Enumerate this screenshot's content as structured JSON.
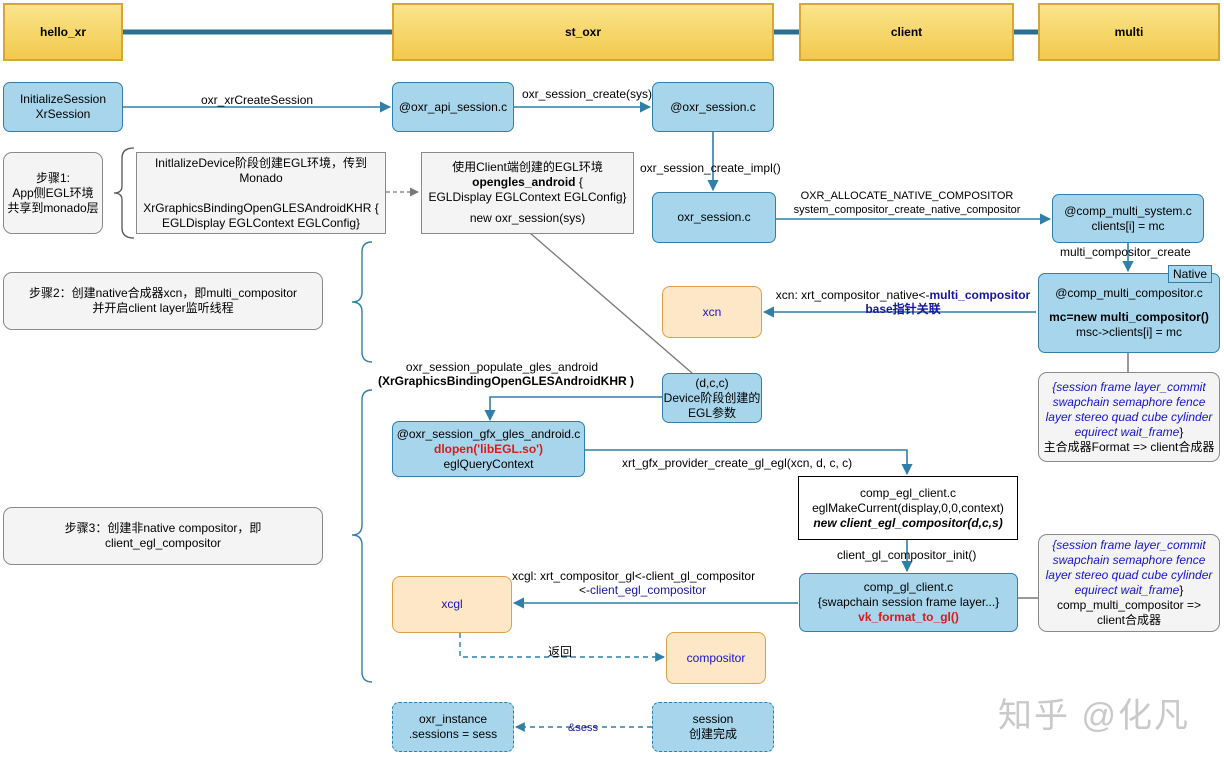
{
  "lanes": [
    "hello_xr",
    "st_oxr",
    "client",
    "multi"
  ],
  "boxes": {
    "init_session": [
      "InitializeSession",
      "XrSession"
    ],
    "api_session": "@oxr_api_session.c",
    "session_c_top": "@oxr_session.c",
    "step1": [
      "步骤1:",
      "App侧EGL环境",
      "共享到monado层"
    ],
    "init_device": [
      "InitlalizeDevice阶段创建EGL环境，传到",
      "Monado",
      "",
      "XrGraphicsBindingOpenGLESAndroidKHR {",
      "EGLDisplay   EGLContext EGLConfig}"
    ],
    "client_egl": {
      "line1": "使用Client端创建的EGL环境",
      "line2": "opengles_android",
      "line2_suffix": " {",
      "line3": "EGLDisplay   EGLContext EGLConfig}",
      "line4": "new oxr_session(sys)"
    },
    "session_c_mid": "oxr_session.c",
    "comp_multi_system": [
      "@comp_multi_system.c",
      "clients[i] = mc"
    ],
    "step2": [
      "步骤2：创建native合成器xcn，即multi_compositor",
      "并开启client layer监听线程"
    ],
    "xcn": "xcn",
    "comp_multi_compositor": {
      "line1": "@comp_multi_compositor.c",
      "line2": "mc=new multi_compositor()",
      "line3": "msc->clients[i] = mc"
    },
    "native_tag": "Native",
    "notes1": {
      "lines": [
        "{session frame layer_commit",
        "swapchain semaphore fence",
        "layer stereo quad cube cylinder",
        "equirect wait_frame"
      ],
      "close": "}",
      "footer": "主合成器Format => client合成器"
    },
    "dcc": [
      "(d,c,c)",
      "Device阶段创建的",
      "EGL参数"
    ],
    "gfx_gles": {
      "line1": "@oxr_session_gfx_gles_android.c",
      "line2": "dlopen('libEGL.so')",
      "line3": "eglQueryContext"
    },
    "comp_egl_client": {
      "line1": "comp_egl_client.c",
      "line2": "eglMakeCurrent(display,0,0,context)",
      "line3": "new client_egl_compositor(d,c,s)"
    },
    "step3": [
      "步骤3：创建非native compositor，即",
      "client_egl_compositor"
    ],
    "xcgl": "xcgl",
    "comp_gl_client": {
      "line1": "comp_gl_client.c",
      "line2": "{swapchain session frame layer...}",
      "line3": "vk_format_to_gl()"
    },
    "notes2": {
      "lines": [
        "{session frame layer_commit",
        "swapchain semaphore fence",
        "layer stereo quad cube cylinder",
        "equirect wait_frame"
      ],
      "close": "}",
      "footer": [
        "comp_multi_compositor =>",
        "client合成器"
      ]
    },
    "compositor": "compositor",
    "oxr_instance": [
      "oxr_instance",
      ".sessions = sess"
    ],
    "session_done": [
      "session",
      "创建完成"
    ]
  },
  "edges": {
    "xr_create_session": "oxr_xrCreateSession",
    "session_create_sys": "oxr_session_create(sys)",
    "session_create_impl": "oxr_session_create_impl()",
    "allocate_native": [
      "OXR_ALLOCATE_NATIVE_COMPOSITOR",
      "system_compositor_create_native_compositor"
    ],
    "multi_create": "multi_compositor_create",
    "xcn_native": {
      "prefix": "xcn: xrt_compositor_native<-",
      "suffix": "multi_compositor",
      "line2": "base指针关联"
    },
    "populate": [
      "oxr_session_populate_gles_android",
      "(XrGraphicsBindingOpenGLESAndroidKHR )"
    ],
    "gfx_provider": "xrt_gfx_provider_create_gl_egl(xcn, d, c, c)",
    "gl_init": "client_gl_compositor_init()",
    "xcgl": {
      "line1": "xcgl:   xrt_compositor_gl<-client_gl_compositor",
      "line2_prefix": "<-",
      "line2_suffix": "client_egl_compositor"
    },
    "return": "返回",
    "sess": "&sess"
  },
  "watermark": "知乎 @化凡",
  "colors": {
    "lane": "#f2c94c",
    "node": "#a7d6ec",
    "edge": "#2f7fa8",
    "highlight": "#e01818",
    "orange": "#fde7c6"
  }
}
